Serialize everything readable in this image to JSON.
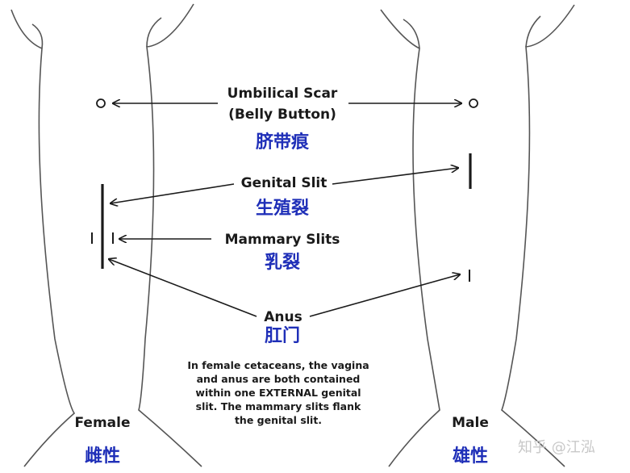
{
  "labels": {
    "umbilical_en_1": "Umbilical Scar",
    "umbilical_en_2": "(Belly Button)",
    "umbilical_zh": "脐带痕",
    "genital_en": "Genital Slit",
    "genital_zh": "生殖裂",
    "mammary_en": "Mammary Slits",
    "mammary_zh": "乳裂",
    "anus_en": "Anus",
    "anus_zh": "肛门",
    "female_en": "Female",
    "female_zh": "雌性",
    "male_en": "Male",
    "male_zh": "雄性"
  },
  "note_lines": [
    "In female cetaceans, the vagina",
    "and anus are both contained",
    "within one EXTERNAL genital",
    "slit.  The mammary slits flank",
    "the genital slit."
  ],
  "watermark": "知乎 @江泓",
  "colors": {
    "chinese_text": "#1f2fb8",
    "outline": "#555555",
    "ink": "#1a1a1a"
  }
}
